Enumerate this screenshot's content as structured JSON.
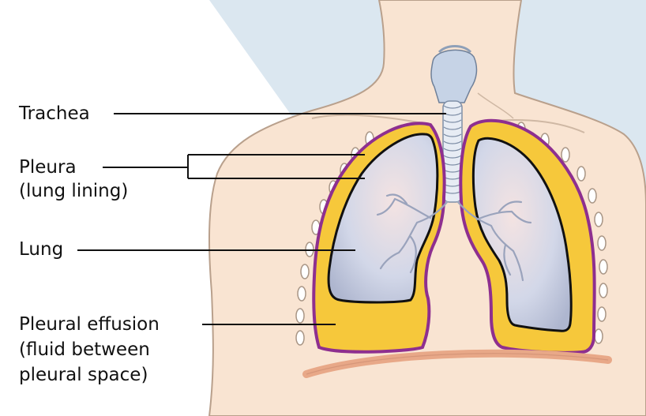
{
  "labels": {
    "trachea": "Trachea",
    "pleura": [
      "Pleura",
      "(lung lining)"
    ],
    "lung": "Lung",
    "effusion": [
      "Pleural effusion",
      "(fluid between",
      "pleural space)"
    ]
  },
  "colors": {
    "background_shape": "#dbe7f0",
    "skin": "#f9e4d2",
    "skin_outline": "#b9a08c",
    "lung_fill": "#cfd5e6",
    "lung_outline": "#111111",
    "pleura_purple": "#8e2f8f",
    "effusion_yellow": "#f6c83b",
    "trachea": "#c6d3e6",
    "diaphragm": "#e8a888",
    "leader_line": "#111111"
  }
}
